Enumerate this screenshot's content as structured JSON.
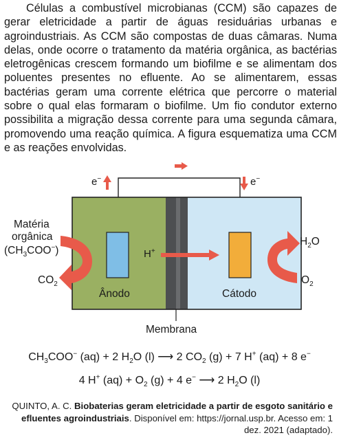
{
  "paragraph": "Células a combustível microbianas (CCM) são capazes de gerar eletricidade a partir de águas residuárias urbanas e agroindustriais. As CCM são compostas de duas câmaras. Numa delas, onde ocorre o tratamento da matéria orgânica, as bactérias eletrogênicas crescem formando um biofilme e se alimentam dos poluentes presentes no efluente. Ao se alimentarem, essas bactérias geram uma corrente elétrica que percorre o material sobre o qual elas formaram o biofilme. Um fio condutor externo possibilita a migração dessa corrente para uma segunda câmara, promovendo uma reação química. A figura esquematiza uma CCM e as reações envolvidas.",
  "figure": {
    "electron_left": "e",
    "electron_right": "e",
    "electron_charge": "−",
    "organic_line1": "Matéria",
    "organic_line2": "orgânica",
    "organic_formula": "(CH3COO−)",
    "co2": "CO2",
    "proton": "H+",
    "anode_label": "Ânodo",
    "cathode_label": "Cátodo",
    "h2o": "H2O",
    "o2": "O2",
    "membrane_label": "Membrana",
    "colors": {
      "anode_chamber": "#9ab062",
      "cathode_chamber": "#cfe7f5",
      "membrane": "#4d4f51",
      "anode_electrode": "#7fbee6",
      "cathode_electrode": "#f2ad3a",
      "arrow": "#e85a4a"
    }
  },
  "equation1": "CH3COO− (aq) + 2 H2O (l) ⟶ 2 CO2 (g) + 7 H+ (aq) + 8 e−",
  "equation2": "4 H+ (aq) + O2 (g) + 4 e− ⟶ 2 H2O (l)",
  "source": {
    "author": "QUINTO, A. C.",
    "title": "Biobaterias geram eletricidade a partir de esgoto sanitário e efluentes agroindustriais",
    "rest": ". Disponível em: https://jornal.usp.br. Acesso em: 1 dez. 2021 (adaptado)."
  }
}
